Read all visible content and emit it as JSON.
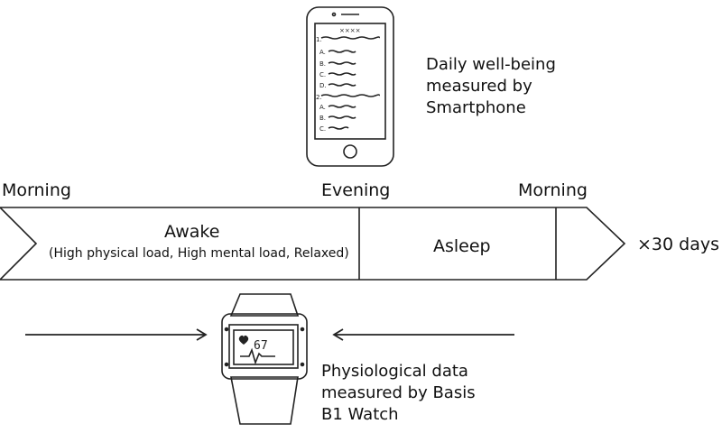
{
  "smartphone": {
    "caption_lines": [
      "Daily well-being",
      "measured by",
      "Smartphone"
    ],
    "screen_marks": [
      "××××",
      "1.",
      "A.",
      "B.",
      "C.",
      "D.",
      "2.",
      "A.",
      "B.",
      "C."
    ]
  },
  "timeline": {
    "time_labels": [
      "Morning",
      "Evening",
      "Morning"
    ],
    "awake_label": "Awake",
    "awake_sublabel": "(High physical load, High mental load,  Relaxed)",
    "asleep_label": "Asleep",
    "repeat_label": "×30 days"
  },
  "watch": {
    "heart_rate": "67",
    "caption_lines": [
      "Physiological data",
      "measured by Basis",
      "B1 Watch"
    ]
  }
}
